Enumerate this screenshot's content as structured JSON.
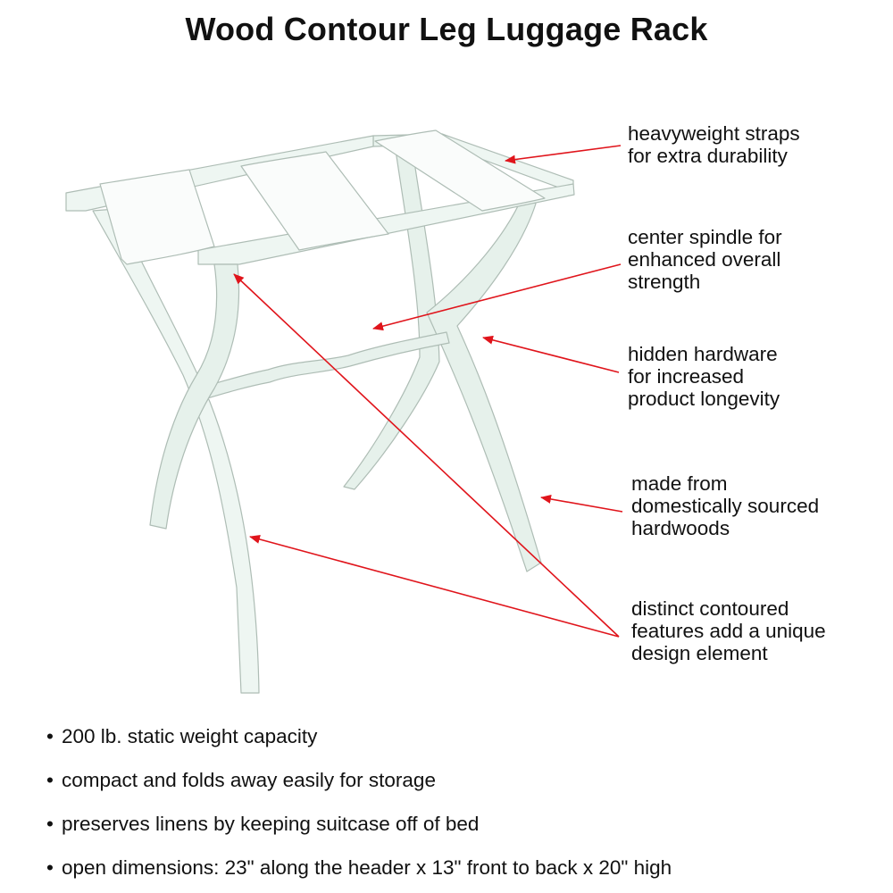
{
  "title": "Wood Contour Leg Luggage Rack",
  "colors": {
    "arrow": "#e0141b",
    "wood": "#e9f3ee",
    "wood_shadow": "#c9d6cf",
    "strap": "#fafcfb"
  },
  "callouts": [
    {
      "lines": [
        "heavyweight straps",
        "for extra durability"
      ]
    },
    {
      "lines": [
        "center spindle for",
        "enhanced overall",
        "strength"
      ]
    },
    {
      "lines": [
        "hidden hardware",
        "for increased",
        "product longevity"
      ]
    },
    {
      "lines": [
        "made from",
        "domestically sourced",
        "hardwoods"
      ]
    },
    {
      "lines": [
        "distinct contoured",
        "features add a unique",
        "design element"
      ]
    }
  ],
  "bullet_symbol": "•",
  "bullets": [
    "200 lb. static weight capacity",
    "compact and folds away easily for storage",
    "preserves linens by keeping suitcase off of bed",
    "open dimensions: 23\" along the header x 13\" front to back x 20\" high"
  ]
}
